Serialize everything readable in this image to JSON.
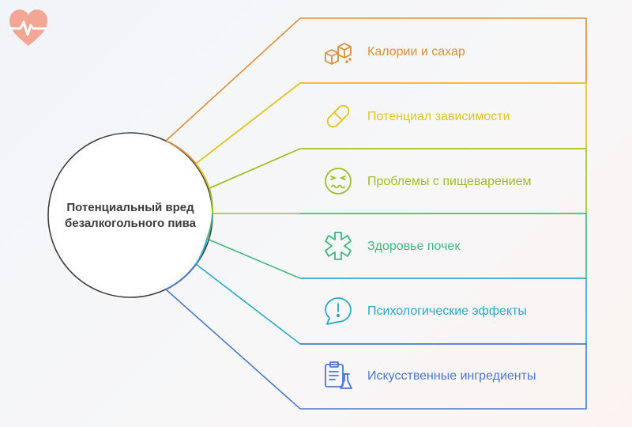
{
  "hub": {
    "title": "Потенциальный вред безалкогольного пива"
  },
  "items": [
    {
      "label": "Калории и сахар",
      "icon": "sugar-cubes-icon",
      "color": "#d9903a"
    },
    {
      "label": "Потенциал зависимости",
      "icon": "pill-icon",
      "color": "#e1c51e"
    },
    {
      "label": "Проблемы с пищеварением",
      "icon": "nauseous-face-icon",
      "color": "#9ebd2a"
    },
    {
      "label": "Здоровье почек",
      "icon": "medical-cross-icon",
      "color": "#3fb880"
    },
    {
      "label": "Психологические эффекты",
      "icon": "alert-speech-bubble-icon",
      "color": "#27a9c9"
    },
    {
      "label": "Искусственные ингредиенты",
      "icon": "clipboard-flask-icon",
      "color": "#4a79c8"
    }
  ],
  "brand": {
    "logo": "heart-pulse-icon",
    "color": "#f0a090"
  }
}
